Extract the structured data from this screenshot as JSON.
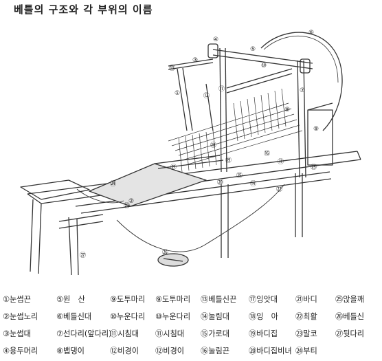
{
  "title": "베틀의 구조와 각 부위의 이름",
  "legend": [
    [
      "①눈썹끈",
      "⑤원　산",
      "⑨도투마리",
      "⑨도투마리",
      "⑬베틀신끈",
      "⑰잉앗대",
      "㉑바디",
      "㉕앉을깨"
    ],
    [
      "②눈썹노리",
      "⑥베틀신대",
      "⑩누운다리",
      "⑩누운다리",
      "⑭눌림대",
      "⑱잉　아",
      "㉒최활",
      "㉖베틀신"
    ],
    [
      "③눈썹대",
      "⑦선다리(앞다리)",
      "⑪시침대",
      "⑪시침대",
      "⑮가로대",
      "⑲바디집",
      "㉓말코",
      "㉗뒷다리"
    ],
    [
      "④용두머리",
      "⑧뱁댕이",
      "⑫비경이",
      "⑫비경이",
      "⑯눌림끈",
      "⑳바디집비녀",
      "㉔부티",
      ""
    ]
  ],
  "callouts": [
    "①",
    "②",
    "③",
    "④",
    "⑤",
    "⑥",
    "⑦",
    "⑧",
    "⑨",
    "⑩",
    "⑪",
    "⑫",
    "⑬",
    "⑭",
    "⑮",
    "⑯",
    "⑰",
    "⑱",
    "⑲",
    "⑳",
    "㉑",
    "㉒",
    "㉓",
    "㉔",
    "㉕",
    "㉖",
    "㉗"
  ],
  "colors": {
    "ink": "#333333",
    "background": "#ffffff"
  }
}
